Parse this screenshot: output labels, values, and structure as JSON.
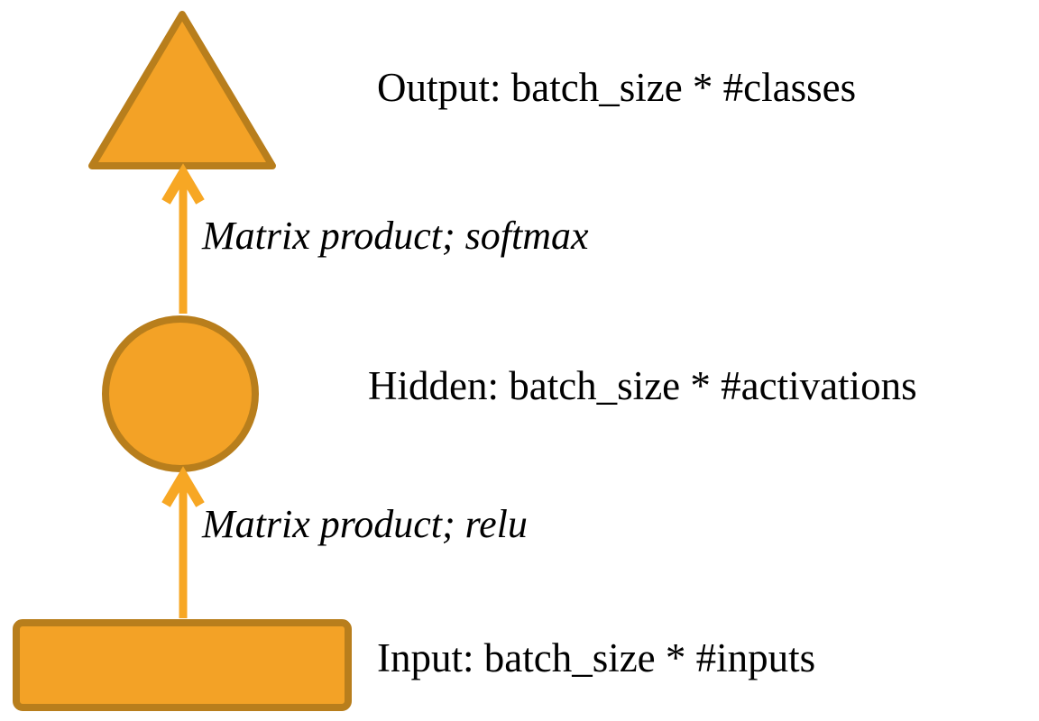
{
  "diagram": {
    "title": "feedforward-network-shapes",
    "colors": {
      "shape_fill": "#F3A226",
      "shape_stroke": "#B87E1C",
      "arrow": "#F7A724",
      "text": "#000000",
      "background": "#FFFFFF"
    },
    "nodes": [
      {
        "id": "output",
        "shape": "triangle",
        "label": "Output: batch_size * #classes"
      },
      {
        "id": "hidden",
        "shape": "circle",
        "label": "Hidden: batch_size * #activations"
      },
      {
        "id": "input",
        "shape": "rectangle",
        "label": "Input: batch_size * #inputs"
      }
    ],
    "edges": [
      {
        "from": "hidden",
        "to": "output",
        "label": "Matrix product; softmax"
      },
      {
        "from": "input",
        "to": "hidden",
        "label": "Matrix product; relu"
      }
    ]
  }
}
